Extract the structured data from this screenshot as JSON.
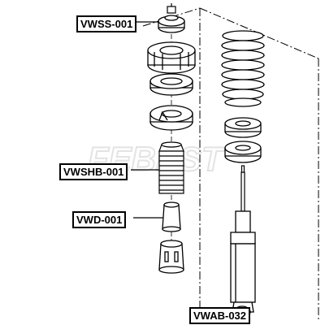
{
  "callouts": [
    {
      "part_number": "VWSS-001"
    },
    {
      "part_number": "VWSHB-001"
    },
    {
      "part_number": "VWD-001"
    },
    {
      "part_number": "VWAB-032"
    }
  ],
  "watermark": "FEBEST",
  "colors": {
    "line": "#000000",
    "background": "#ffffff",
    "watermark": "#d9d9d9"
  }
}
